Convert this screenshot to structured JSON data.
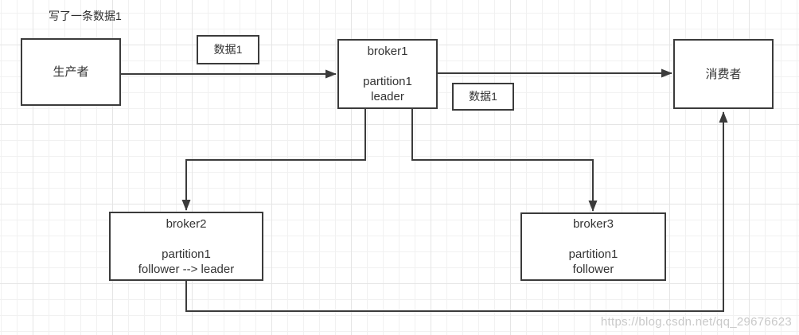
{
  "annotation": {
    "text": "写了一条数据1"
  },
  "nodes": {
    "producer": {
      "label": "生产者"
    },
    "data_label_top": {
      "label": "数据1"
    },
    "broker1": {
      "title": "broker1",
      "line1": "partition1",
      "line2": "leader"
    },
    "data_label_mid": {
      "label": "数据1"
    },
    "consumer": {
      "label": "消费者"
    },
    "broker2": {
      "title": "broker2",
      "line1": "partition1",
      "line2": "follower --> leader"
    },
    "broker3": {
      "title": "broker3",
      "line1": "partition1",
      "line2": "follower"
    }
  },
  "edges": [
    {
      "from": "producer",
      "to": "broker1"
    },
    {
      "from": "broker1",
      "to": "consumer"
    },
    {
      "from": "broker1",
      "to": "broker2"
    },
    {
      "from": "broker1",
      "to": "broker3"
    },
    {
      "from": "broker2",
      "to": "consumer"
    }
  ],
  "watermark": {
    "text": "https://blog.csdn.net/qq_29676623"
  },
  "colors": {
    "stroke": "#3b3b3b",
    "text": "#333333",
    "grid_minor": "#f1f1f1",
    "grid_major": "#e5e5e5",
    "watermark": "#c9c9c9",
    "background": "#ffffff"
  }
}
